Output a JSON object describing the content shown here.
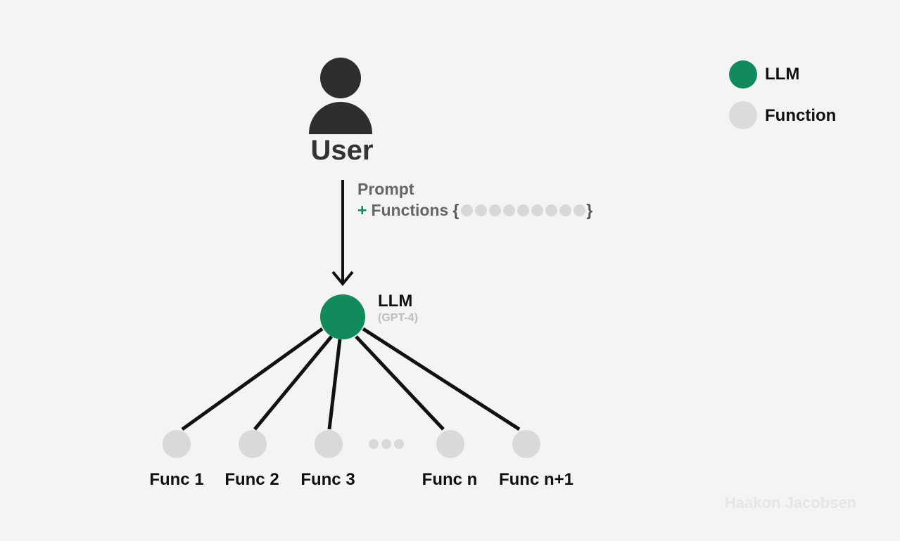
{
  "user": {
    "label": "User"
  },
  "edge_label": {
    "prompt": "Prompt",
    "plus": "+",
    "functions": "Functions",
    "open_brace": "{",
    "close_brace": "}",
    "function_dots": 9
  },
  "llm": {
    "label": "LLM",
    "model": "(GPT-4)"
  },
  "functions": [
    {
      "label": "Func 1"
    },
    {
      "label": "Func 2"
    },
    {
      "label": "Func 3"
    },
    {
      "label": "Func n"
    },
    {
      "label": "Func n+1"
    }
  ],
  "legend": {
    "items": [
      {
        "label": "LLM",
        "color": "#118a5c"
      },
      {
        "label": "Function",
        "color": "#d9d9d9"
      }
    ]
  },
  "watermark": "Haakon Jacobsen",
  "colors": {
    "llm": "#118a5c",
    "function": "#d9d9d9",
    "user": "#2e2e2e",
    "background": "#f4f4f4"
  }
}
